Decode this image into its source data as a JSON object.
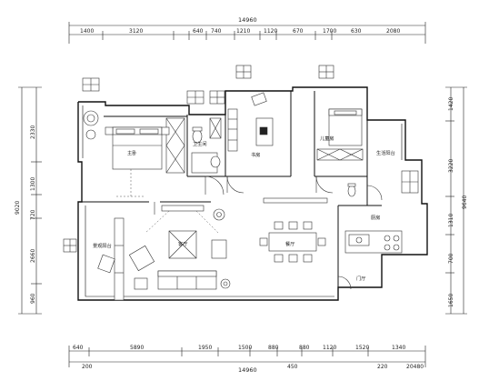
{
  "dimensions": {
    "top_total": "14960",
    "top_segments": [
      "1400",
      "3120",
      "640",
      "740",
      "1210",
      "1120",
      "670",
      "1700",
      "630",
      "2080"
    ],
    "bottom_segments": [
      "640",
      "5890",
      "1950",
      "1500",
      "880",
      "880",
      "1120",
      "1520",
      "1340"
    ],
    "bottom_extra_left": "200",
    "bottom_total": "14960",
    "bottom_mid": "450",
    "bottom_right_a": "220",
    "bottom_right_b": "20480",
    "left_total": "9020",
    "left_segments": [
      "2330",
      "1300",
      "720",
      "2660",
      "960"
    ],
    "right_total": "9640",
    "right_segments": [
      "1420",
      "3220",
      "1310",
      "700",
      "1650"
    ]
  },
  "rooms": {
    "master_bedroom": "主卧",
    "bathroom": "卫生间",
    "study": "书房",
    "child_bedroom": "儿童房",
    "living_room": "客厅",
    "dining_room": "餐厅",
    "kitchen": "厨房",
    "entrance": "门厅",
    "storage": "生活阳台",
    "balcony": "景观阳台"
  }
}
